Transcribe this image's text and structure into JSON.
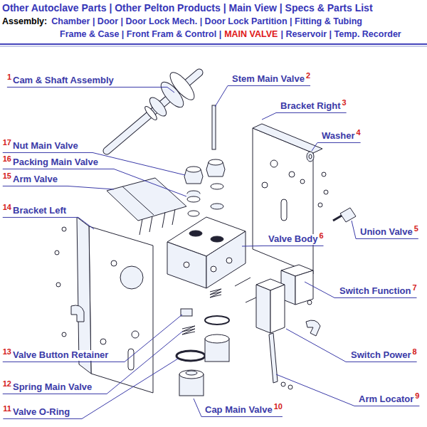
{
  "diagram": {
    "labels": [
      "Other Autoclave Parts | Other Pelton Products | Main View | Specs & Parts List",
      "Assembly:",
      "Chamber | Door | Door Lock Mech. | Door Lock Partition | Fitting & Tubing",
      "Frame & Case | Front Fram & Control |",
      "MAIN VALVE",
      "| Reservoir | Temp. Recorder",
      "1",
      "Cam & Shaft Assembly",
      "2",
      "Stem Main Valve",
      "3",
      "Bracket Right",
      "4",
      "Washer",
      "5",
      "Union Valve",
      "6",
      "Valve Body",
      "7",
      "Switch Function",
      "8",
      "Switch Power",
      "9",
      "Arm Locator",
      "10",
      "Cap Main Valve",
      "11",
      "Valve O-Ring",
      "12",
      "Spring Main Valve",
      "13",
      "Valve Button Retainer",
      "14",
      "Bracket Left",
      "15",
      "Arm Valve",
      "16",
      "Packing Main Valve",
      "17",
      "Nut Main Valve"
    ]
  }
}
